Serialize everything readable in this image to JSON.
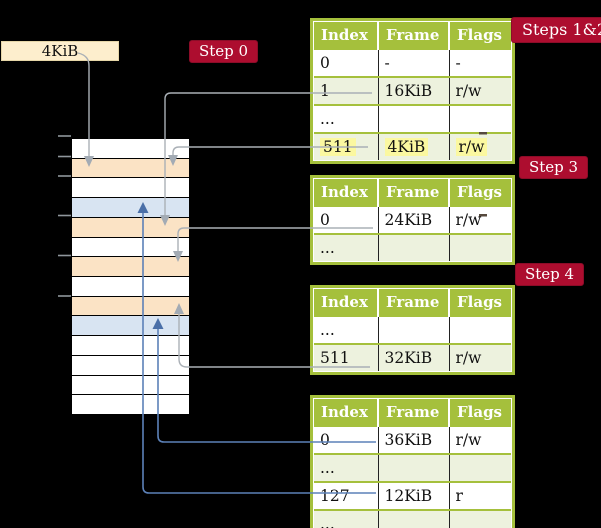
{
  "page_box": {
    "label": "4KiB"
  },
  "step_labels": {
    "step0": "Step 0",
    "steps12": "Steps 1&2",
    "step3": "Step 3",
    "step4": "Step 4"
  },
  "memory": {
    "rows": [
      "white",
      "orange",
      "white",
      "blue",
      "orange",
      "white",
      "orange",
      "white",
      "orange",
      "blue",
      "white",
      "white",
      "white",
      "white"
    ]
  },
  "tables": [
    {
      "headers": [
        "Index",
        "Frame",
        "Flags"
      ],
      "rows": [
        {
          "cells": [
            "0",
            "-",
            "-"
          ]
        },
        {
          "cells": [
            "1",
            "16KiB",
            "r/w"
          ]
        },
        {
          "cells": [
            "...",
            "",
            ""
          ]
        },
        {
          "cells": [
            "511",
            "4KiB",
            "r/w"
          ],
          "highlighted": true
        }
      ]
    },
    {
      "headers": [
        "Index",
        "Frame",
        "Flags"
      ],
      "rows": [
        {
          "cells": [
            "0",
            "24KiB",
            "r/w"
          ]
        },
        {
          "cells": [
            "...",
            "",
            ""
          ]
        }
      ]
    },
    {
      "headers": [
        "Index",
        "Frame",
        "Flags"
      ],
      "rows": [
        {
          "cells": [
            "...",
            "",
            ""
          ]
        },
        {
          "cells": [
            "511",
            "32KiB",
            "r/w"
          ]
        }
      ]
    },
    {
      "headers": [
        "Index",
        "Frame",
        "Flags"
      ],
      "rows": [
        {
          "cells": [
            "0",
            "36KiB",
            "r/w"
          ]
        },
        {
          "cells": [
            "...",
            "",
            ""
          ]
        },
        {
          "cells": [
            "127",
            "12KiB",
            "r"
          ]
        },
        {
          "cells": [
            "...",
            "",
            ""
          ]
        }
      ]
    }
  ],
  "colors": {
    "accent-green": "#a5c03c",
    "row-green": "#edf2de",
    "mem-orange": "#fbe3c5",
    "mem-blue": "#d8e4f2",
    "cream": "#fdeecd",
    "crimson": "#ad0d2f",
    "hl-yellow": "#fbf8a0",
    "connector-gray": "#aab0b6",
    "connector-blue": "#5c81b8",
    "arrow-blue": "#4a6fa8"
  }
}
